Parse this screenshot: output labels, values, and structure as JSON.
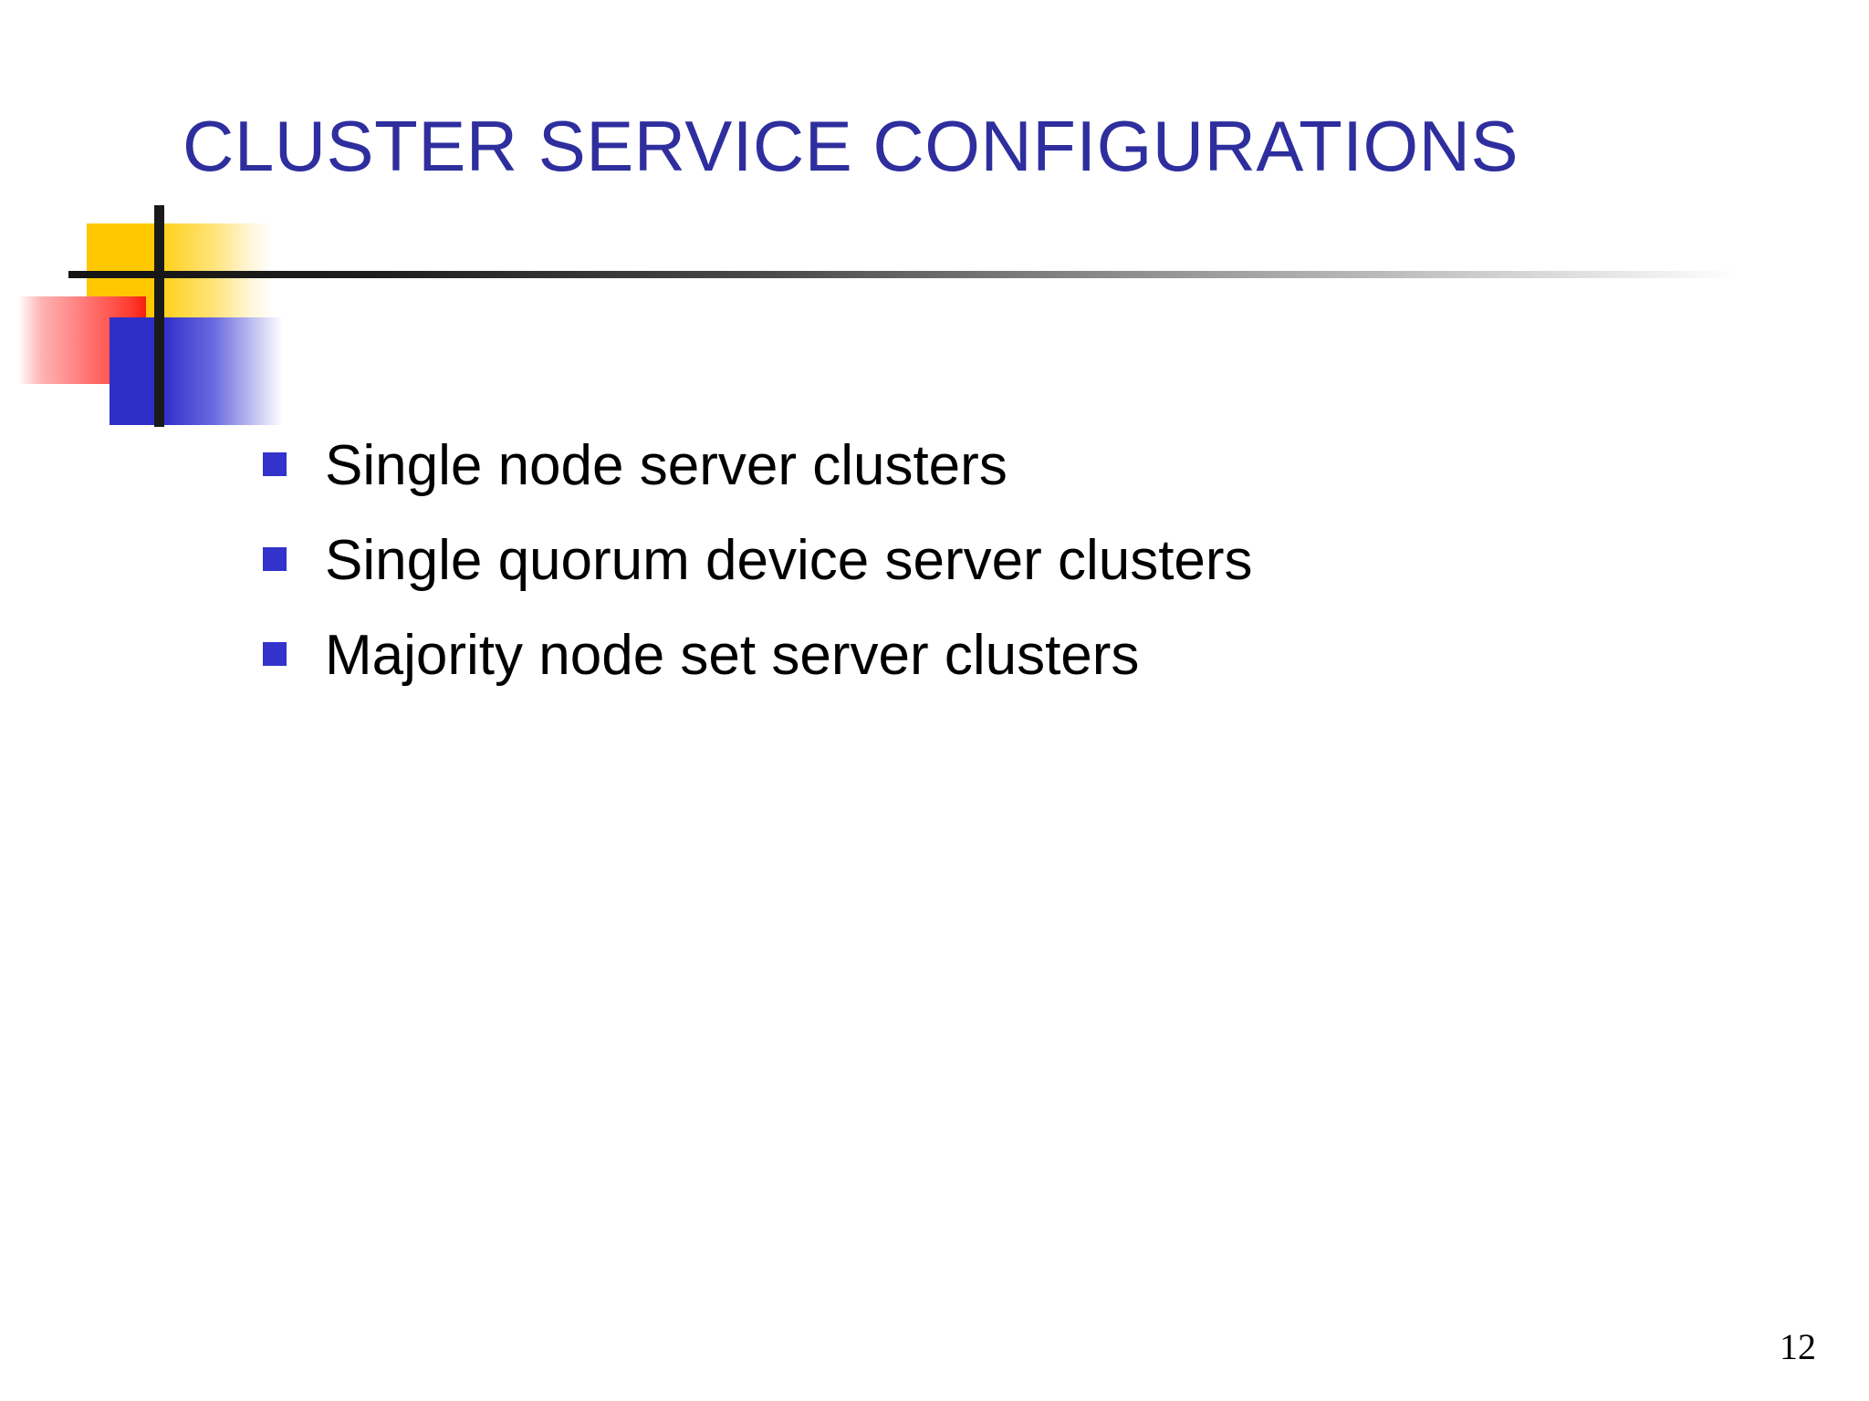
{
  "slide": {
    "title": "CLUSTER SERVICE CONFIGURATIONS",
    "page_number": "12",
    "bullets": [
      {
        "text": "Single node server clusters"
      },
      {
        "text": "Single quorum device server clusters"
      },
      {
        "text": "Majority node set server clusters"
      }
    ],
    "colors": {
      "title": "#2E2E9E",
      "bullet_marker": "#3333CC",
      "body_text": "#000000",
      "decor_yellow": "#FFC800",
      "decor_red": "#F41E10",
      "decor_blue": "#2E2EC8",
      "decor_bar": "#1A1A1A",
      "background": "#FFFFFF"
    },
    "decoration": {
      "yellow_square": "yellow-square",
      "red_rectangle": "red-rectangle",
      "blue_square": "blue-square",
      "vertical_bar": "vertical-bar",
      "horizontal_rule": "horizontal-rule"
    }
  }
}
